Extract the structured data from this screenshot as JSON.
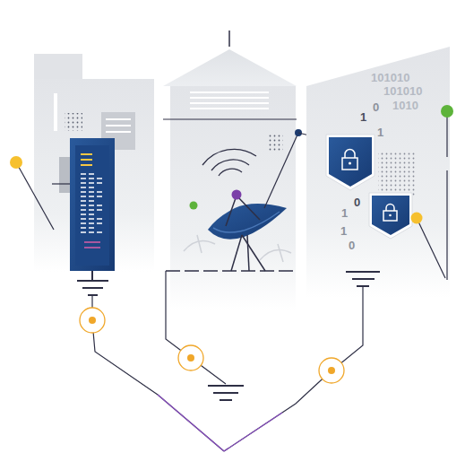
{
  "diagram": {
    "labels": [
      "101010",
      "101010",
      "1010",
      "1",
      "0",
      "1",
      "1",
      "0",
      "1",
      "0"
    ]
  }
}
